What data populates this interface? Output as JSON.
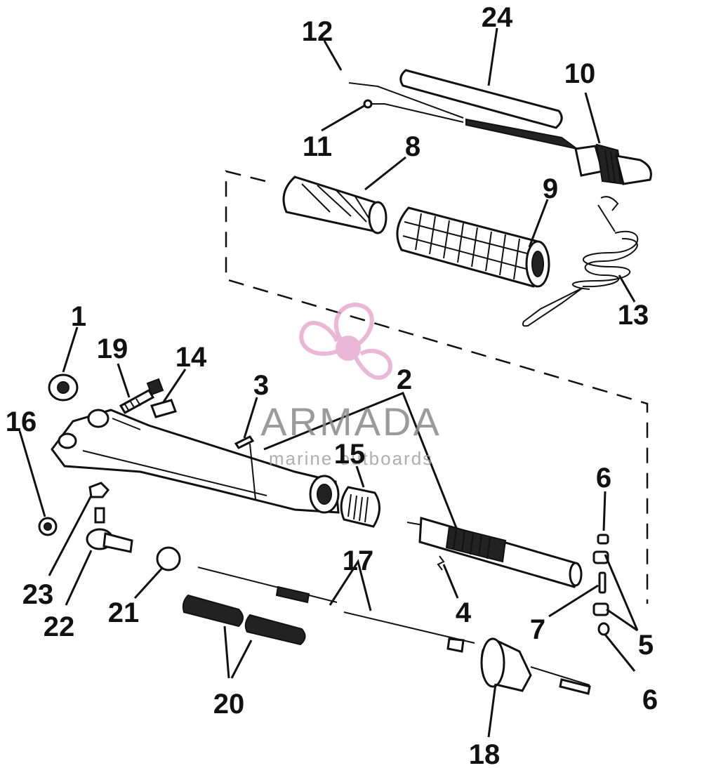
{
  "diagram": {
    "callouts": {
      "c1": "1",
      "c2": "2",
      "c3": "3",
      "c4": "4",
      "c5": "5",
      "c6a": "6",
      "c6b": "6",
      "c7": "7",
      "c8": "8",
      "c9": "9",
      "c10": "10",
      "c11": "11",
      "c12": "12",
      "c13": "13",
      "c14": "14",
      "c15": "15",
      "c16": "16",
      "c17": "17",
      "c18": "18",
      "c19": "19",
      "c20": "20",
      "c21": "21",
      "c22": "22",
      "c23": "23",
      "c24": "24"
    }
  },
  "watermark": {
    "brand": "ARMADA",
    "tagline": "marine outboards",
    "color": "#e7a6cc"
  }
}
